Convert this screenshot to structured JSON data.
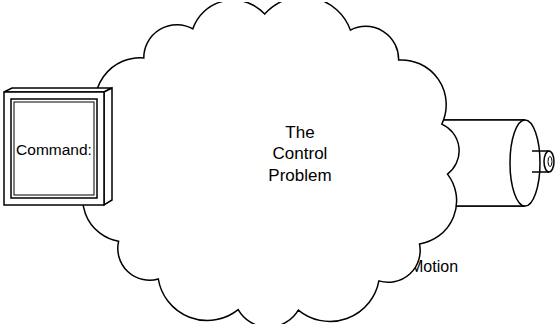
{
  "diagram": {
    "nodes": [
      {
        "text": [
          "Command:"
        ]
      },
      {
        "text": [
          "The Control Problem"
        ]
      }
    ],
    "labels": [
      "Motion"
    ]
  }
}
